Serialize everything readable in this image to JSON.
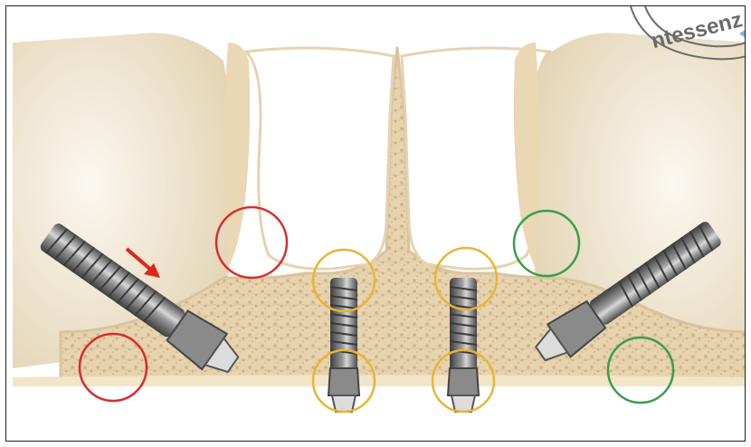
{
  "watermark": {
    "text": "Quintessenz",
    "visible_text": "ntessenz"
  },
  "colors": {
    "bone_fill": "#efe0c1",
    "bone_outline": "#d8c4a0",
    "cortical": "#e9d5b1",
    "sinus_shadow": "#e8e0cc",
    "implant_dark": "#5b5b5b",
    "implant_light": "#bdbdbd",
    "risk_circle": "#d92b2b",
    "caution_circle": "#e8b534",
    "ok_circle": "#3a9e4a",
    "arrow": "#e2231a",
    "stamp": "#6b6b6b",
    "stamp_blue": "#7fb2e6"
  },
  "annotations": [
    {
      "label": "red-circle",
      "color_key": "risk_circle"
    },
    {
      "label": "yellow-circle",
      "color_key": "caution_circle"
    },
    {
      "label": "green-circle",
      "color_key": "ok_circle"
    }
  ]
}
